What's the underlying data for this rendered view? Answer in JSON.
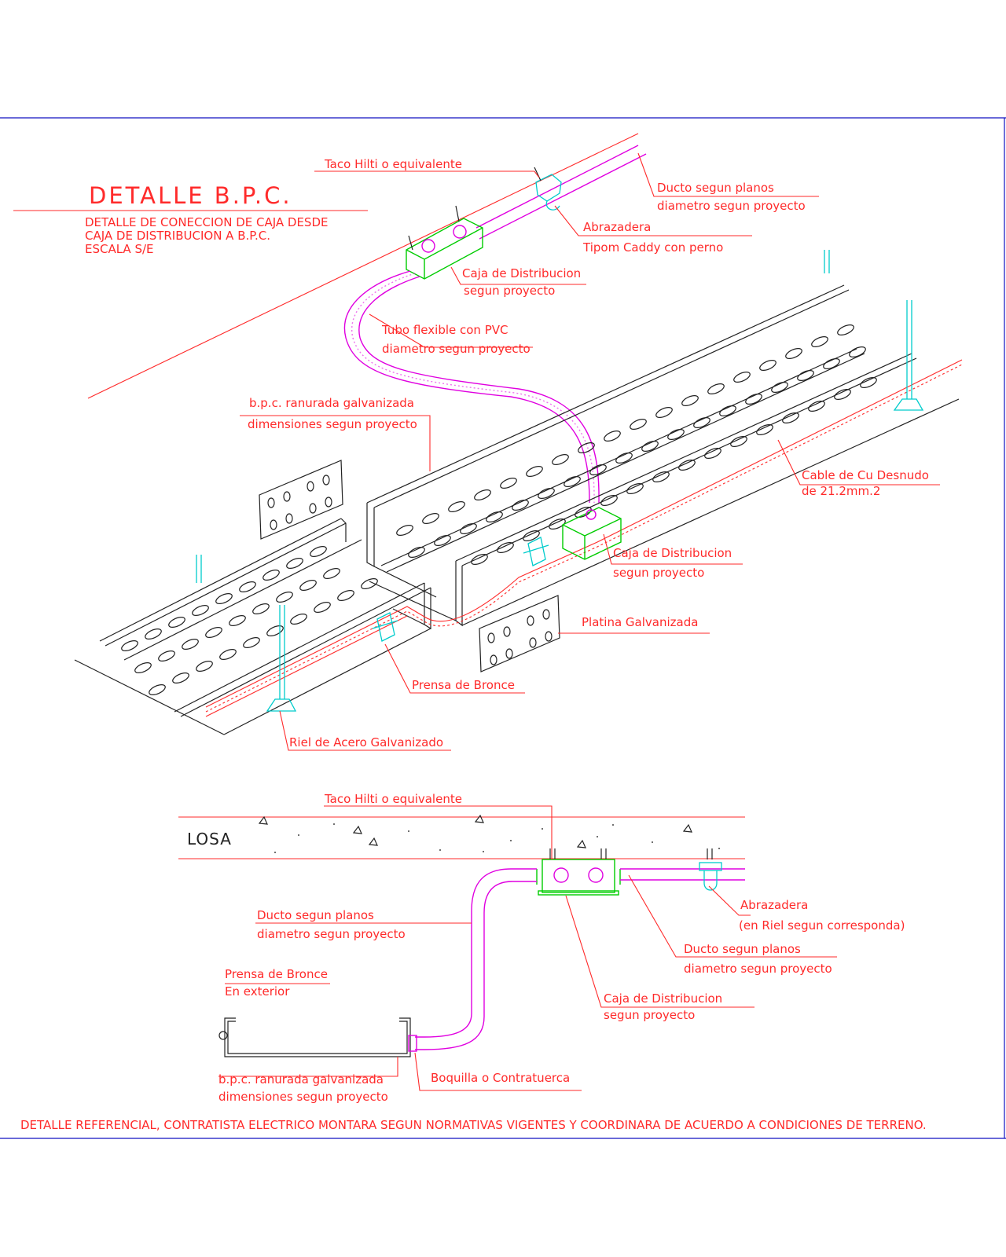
{
  "drawing": {
    "title": "DETALLE  B.P.C.",
    "subtitle": [
      "DETALLE DE CONECCION DE CAJA DESDE",
      "CAJA DE DISTRIBUCION A B.P.C.",
      "ESCALA S/E"
    ],
    "slab_label": "LOSA",
    "footer_note": "DETALLE REFERENCIAL, CONTRATISTA ELECTRICO MONTARA SEGUN NORMATIVAS VIGENTES Y COORDINARA DE ACUERDO A CONDICIONES DE TERRENO."
  },
  "iso_labels": {
    "taco": "Taco Hilti o equivalente",
    "ducto_1": "Ducto segun planos",
    "ducto_2": "diametro segun proyecto",
    "abraz_1": "Abrazadera",
    "abraz_2": "Tipom Caddy con perno",
    "caja_top_1": "Caja de Distribucion",
    "caja_top_2": "segun proyecto",
    "tubo_1": "Tubo flexible con PVC",
    "tubo_2": "diametro segun proyecto",
    "bpc_1": "b.p.c. ranurada galvanizada",
    "bpc_2": "dimensiones segun proyecto",
    "cable_1": "Cable de Cu Desnudo",
    "cable_2": "de 21.2mm.2",
    "caja_low_1": "Caja de Distribucion",
    "caja_low_2": "segun proyecto",
    "platina": "Platina Galvanizada",
    "prensa": "Prensa de Bronce",
    "riel": "Riel de Acero Galvanizado"
  },
  "section_labels": {
    "taco": "Taco Hilti o equivalente",
    "abraz_1": "Abrazadera",
    "abraz_2": "(en Riel segun corresponda)",
    "ducto_left_1": "Ducto segun planos",
    "ducto_left_2": "diametro segun proyecto",
    "ducto_right_1": "Ducto segun planos",
    "ducto_right_2": "diametro segun proyecto",
    "prensa_1": "Prensa de Bronce",
    "prensa_2": "En exterior",
    "caja_1": "Caja de Distribucion",
    "caja_2": "segun proyecto",
    "bpc_1": "b.p.c. ranurada galvanizada",
    "bpc_2": "dimensiones segun proyecto",
    "boquilla": "Boquilla o Contratuerca"
  },
  "colors": {
    "annotation": "#ff2a2a",
    "linework": "#222222",
    "conduit": "#e000e0",
    "box": "#00cc00",
    "hardware": "#00cccc",
    "frame": "#1010c0"
  }
}
